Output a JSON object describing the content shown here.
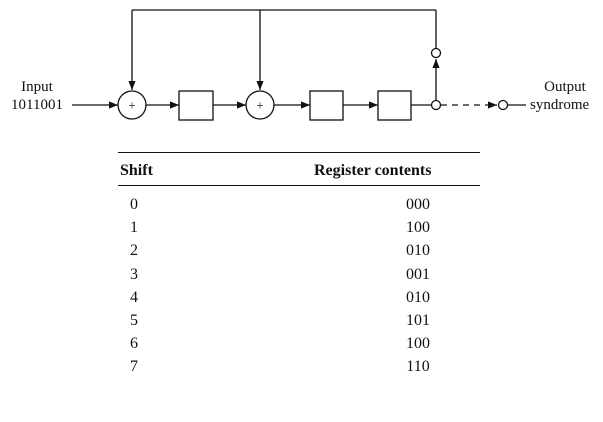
{
  "diagram": {
    "input_label": "Input",
    "input_bits": "1011001",
    "output_label": "Output",
    "output_sub": "syndrome",
    "adder_symbol": "+"
  },
  "table": {
    "headers": {
      "shift": "Shift",
      "register": "Register contents"
    },
    "rows": [
      {
        "shift": "0",
        "register": "000"
      },
      {
        "shift": "1",
        "register": "100"
      },
      {
        "shift": "2",
        "register": "010"
      },
      {
        "shift": "3",
        "register": "001"
      },
      {
        "shift": "4",
        "register": "010"
      },
      {
        "shift": "5",
        "register": "101"
      },
      {
        "shift": "6",
        "register": "100"
      },
      {
        "shift": "7",
        "register": "110"
      }
    ]
  },
  "colors": {
    "ink": "#111111",
    "background": "#ffffff"
  }
}
